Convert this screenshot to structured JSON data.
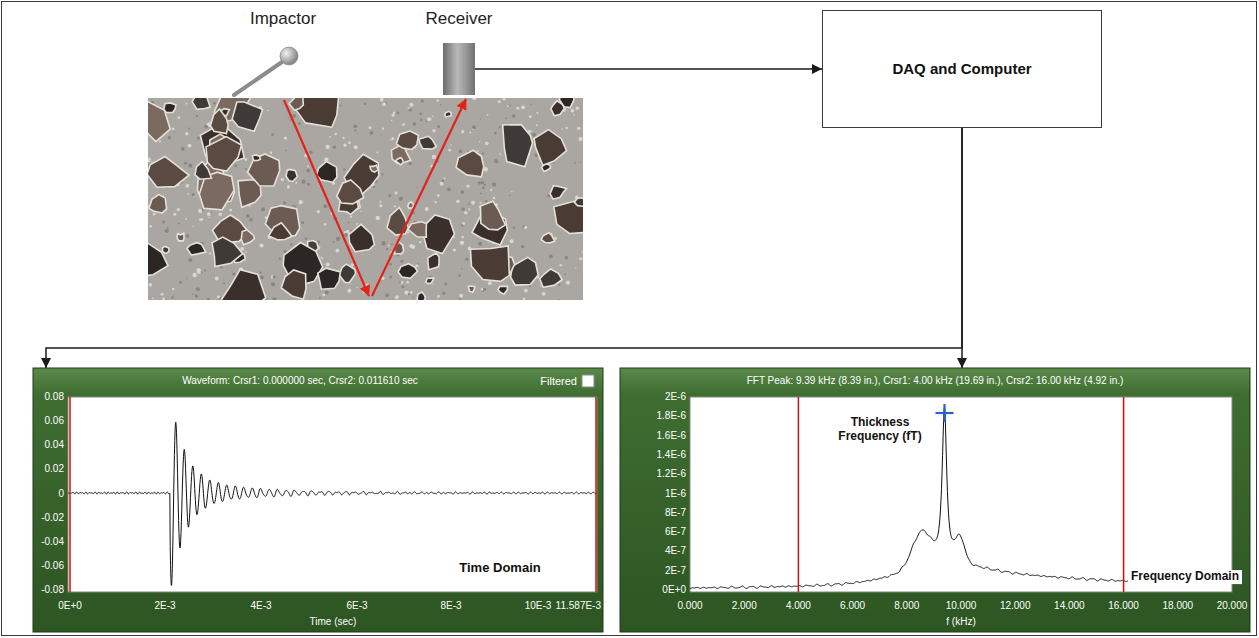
{
  "diagram": {
    "nodes": [
      {
        "text": [
          "Receiver"
        ]
      },
      {
        "text": [
          "DAQ and Computer"
        ]
      },
      {
        "text": [
          "Waveform: Crsr1: 0.000000 sec, Crsr2: 0.011610 sec",
          "Filtered",
          "0.08",
          "0.06",
          "0.04",
          "0.02",
          "0",
          "-0.02",
          "-0.04",
          "-0.06",
          "-0.08",
          "0E+0",
          "2E-3",
          "4E-3",
          "6E-3",
          "8E-3",
          "10E-3",
          "11.587E-3",
          "Time (sec)",
          "Time Domain"
        ]
      },
      {
        "text": [
          "FFT Peak: 9.39 kHz (8.39 in.), Crsr1: 4.00 kHz (19.69 in.), Crsr2: 16.00 kHz (4.92 in.)",
          "Thickness Frequency (fT)",
          "2E-6",
          "1.8E-6",
          "1.6E-6",
          "1.4E-6",
          "1.2E-6",
          "1E-6",
          "8E-7",
          "6E-7",
          "4E-7",
          "2E-7",
          "0E+0",
          "0.000",
          "2.000",
          "4.000",
          "6.000",
          "8.000",
          "10.000",
          "12.000",
          "14.000",
          "16.000",
          "18.000",
          "20.000",
          "f (kHz)",
          "Frequency Domain"
        ]
      }
    ],
    "edges": [
      {
        "from": 0,
        "to": 1,
        "arrow": "to"
      },
      {
        "from": 1,
        "to": 2,
        "arrow": "to"
      },
      {
        "from": 1,
        "to": 3,
        "arrow": "to"
      }
    ],
    "labels": [
      "Impactor"
    ]
  }
}
